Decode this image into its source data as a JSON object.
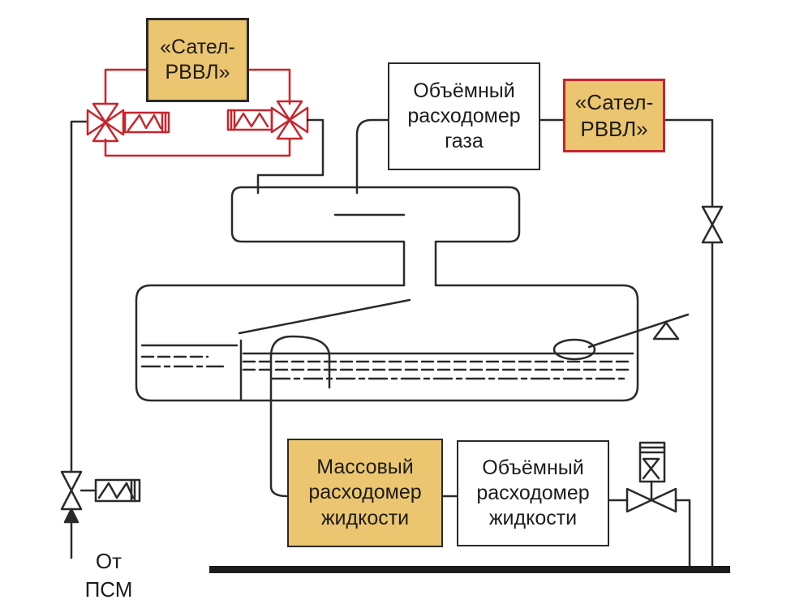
{
  "colors": {
    "box_fill": "#ebc56f",
    "line": "#2a2a2a",
    "valve_red": "#c6252c",
    "background": "#ffffff"
  },
  "boxes": {
    "satel_top": "«Сател-\nРВВЛ»",
    "satel_right": "«Сател-\nРВВЛ»",
    "gas_flowmeter": "Объёмный\nрасходомер\nгаза",
    "mass_flowmeter": "Массовый\nрасходомер\nжидкости",
    "liquid_flowmeter": "Объёмный\nрасходомер\nжидкости"
  },
  "labels": {
    "source": "От\nПСМ"
  },
  "icons": {
    "valves": [
      "three-way-valve-icon",
      "two-way-valve-icon",
      "gate-valve-icon",
      "float-valve-icon"
    ],
    "actuators": [
      "solenoid-actuator-icon"
    ],
    "arrow": "inlet-arrow-icon"
  }
}
